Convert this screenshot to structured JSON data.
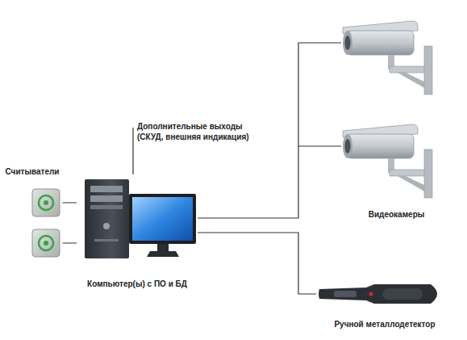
{
  "diagram": {
    "nodes": [
      {
        "text": [
          "Считыватели"
        ]
      },
      {
        "text": [
          "Компьютер(ы) с ПО и БД"
        ]
      },
      {
        "text": [
          "Видеокамеры"
        ]
      },
      {
        "text": [
          "Ручной металлодетектор"
        ]
      }
    ],
    "edges": [
      {
        "from": 0,
        "to": 1,
        "arrow": "none"
      },
      {
        "from": 1,
        "to": 2,
        "arrow": "none"
      },
      {
        "from": 1,
        "to": 3,
        "arrow": "none"
      }
    ],
    "labels": [
      "Дополнительные выходы (СКУД, внешняя индикация)"
    ]
  }
}
